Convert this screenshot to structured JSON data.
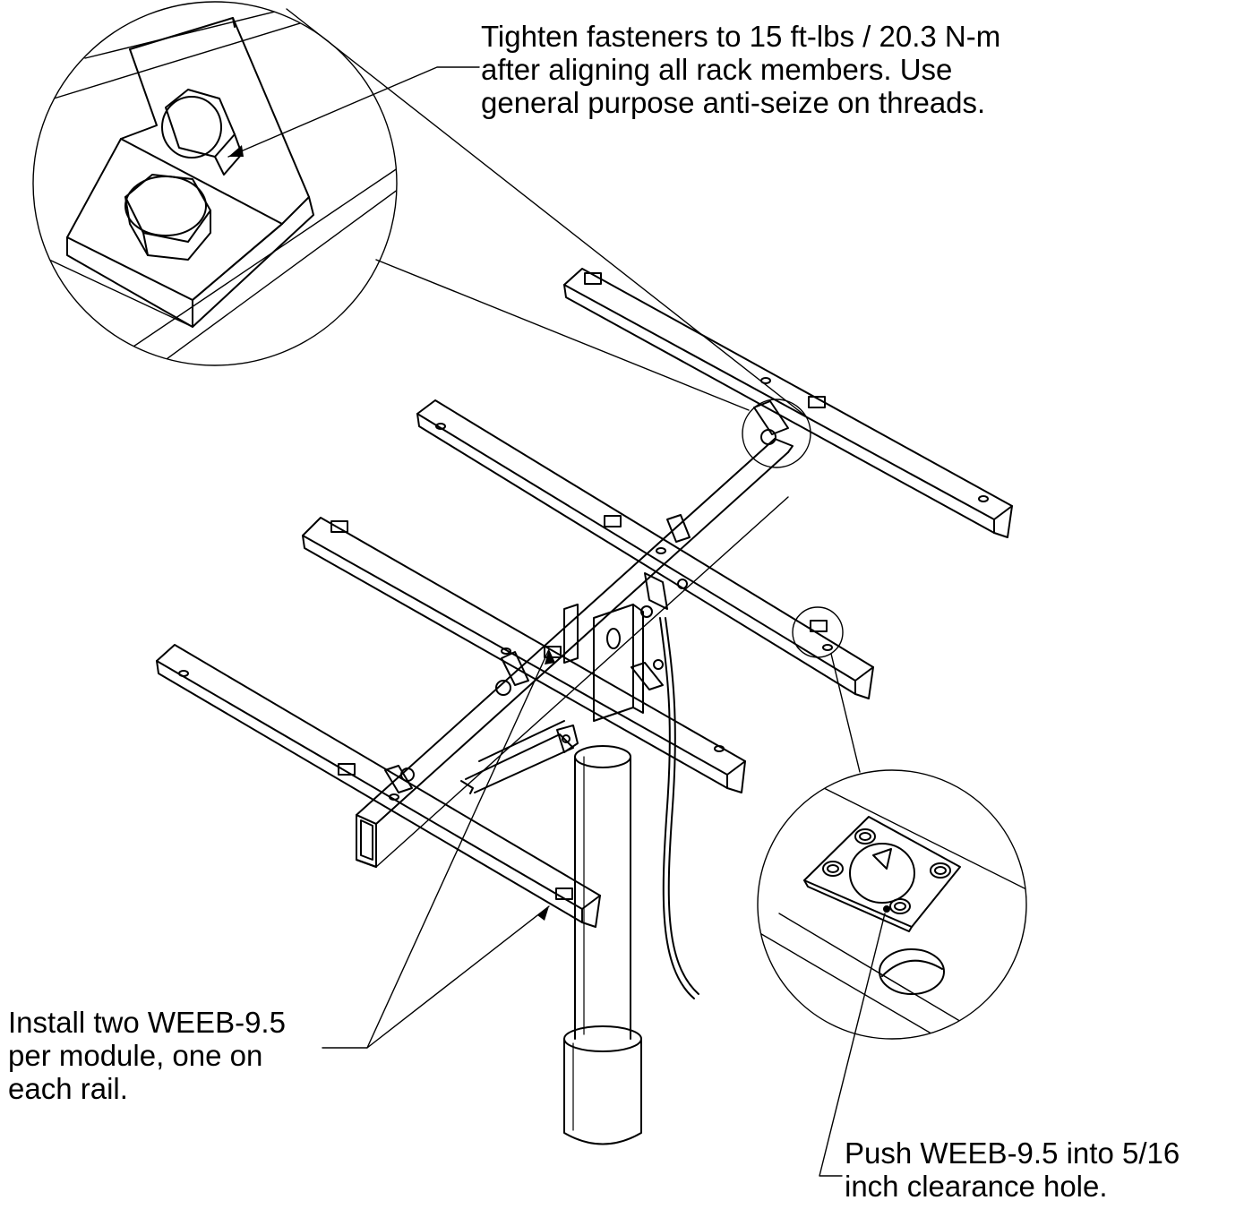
{
  "notes": {
    "torque": {
      "lines": [
        "Tighten fasteners to 15 ft-lbs / 20.3 N-m",
        "after aligning all rack members.  Use",
        "general purpose anti-seize on threads."
      ]
    },
    "weeb_install": {
      "lines": [
        "Install two WEEB-9.5",
        "per module, one on",
        "each rail."
      ]
    },
    "weeb_push": {
      "lines": [
        "Push WEEB-9.5 into 5/16",
        "inch clearance hole."
      ]
    }
  },
  "colors": {
    "line": "#000000",
    "background": "#ffffff"
  }
}
